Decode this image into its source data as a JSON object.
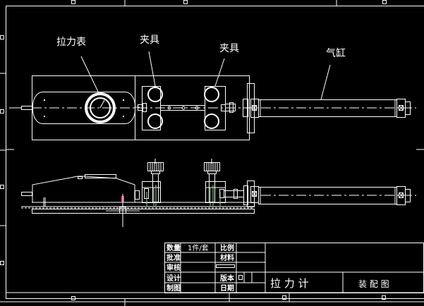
{
  "drawing": {
    "background": "#000000",
    "line_color": "#ffffff",
    "accent_marker_color": "#ff4da6",
    "callouts": {
      "tension_gauge": "拉力表",
      "fixture_left": "夹具",
      "fixture_right": "夹具",
      "air_cylinder": "气缸"
    }
  },
  "title_block": {
    "rows": [
      {
        "label": "数量",
        "value": "1件/套",
        "label2": "比例",
        "value2": ""
      },
      {
        "label": "批准",
        "value": "",
        "label2": "材料",
        "value2": ""
      },
      {
        "label": "审核",
        "value": "",
        "label2": "",
        "value2": ""
      },
      {
        "label": "设计",
        "value": "",
        "label2": "版本",
        "value2": "□"
      },
      {
        "label": "制图",
        "value": "",
        "label2": "日期",
        "value2": ""
      }
    ],
    "product_name": "拉 力 计",
    "drawing_type": "装 配 图",
    "frame_marker": "□"
  }
}
